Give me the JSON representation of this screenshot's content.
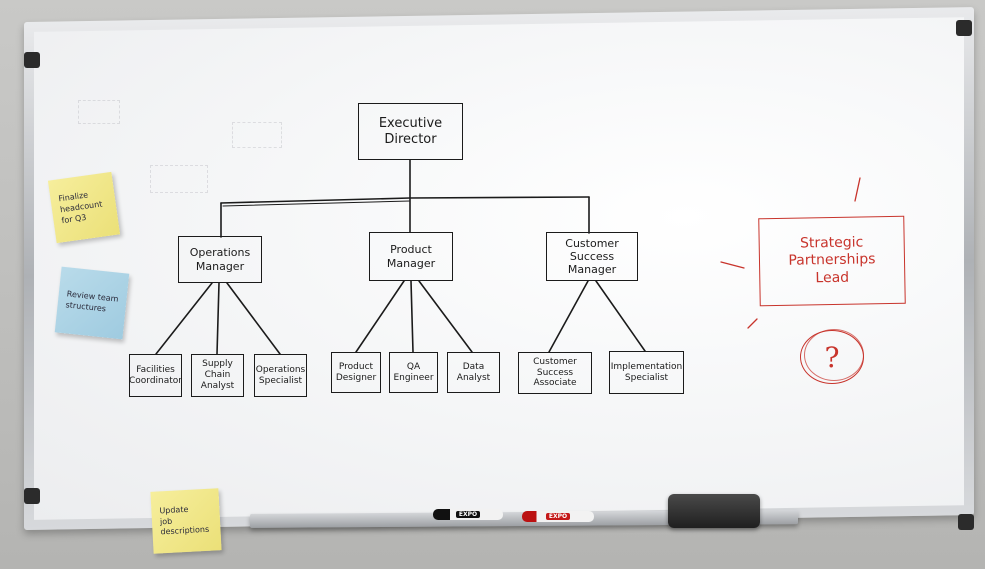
{
  "org_chart": {
    "top": "Executive\nDirector",
    "managers": [
      {
        "title": "Operations\nManager",
        "reports": [
          "Facilities\nCoordinator",
          "Supply Chain\nAnalyst",
          "Operations\nSpecialist"
        ]
      },
      {
        "title": "Product\nManager",
        "reports": [
          "Product\nDesigner",
          "QA\nEngineer",
          "Data\nAnalyst"
        ]
      },
      {
        "title": "Customer Success\nManager",
        "reports": [
          "Customer Success\nAssociate",
          "Implementation\nSpecialist"
        ]
      }
    ],
    "proposed_role": "Strategic\nPartnerships\nLead",
    "question_mark": "?"
  },
  "sticky_notes": [
    {
      "text": "Finalize headcount\nfor Q3",
      "color": "yellow"
    },
    {
      "text": "Review team\nstructures",
      "color": "blue"
    },
    {
      "text": "Update\njob descriptions",
      "color": "yellow"
    }
  ],
  "markers": {
    "black_brand": "EXPO",
    "red_brand": "EXPO"
  },
  "colors": {
    "ink": "#1b1b1b",
    "red_ink": "#c8342c",
    "sticky_yellow": "#f1e88a",
    "sticky_blue": "#acd3e6"
  }
}
